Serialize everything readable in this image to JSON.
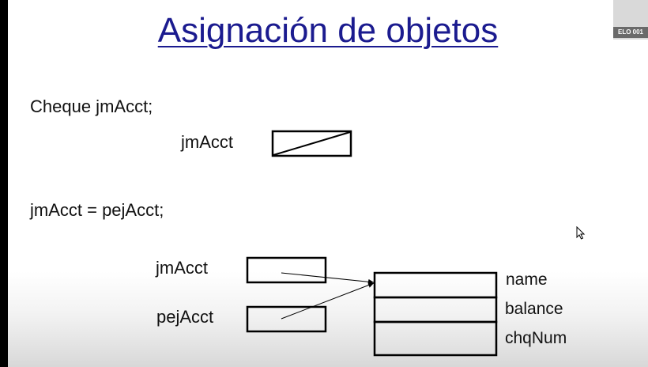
{
  "slide": {
    "title": "Asignación de objetos",
    "code_line_1": "Cheque jmAcct;",
    "code_line_2": "jmAcct = pejAcct;"
  },
  "diagram1": {
    "variable_label": "jmAcct"
  },
  "diagram2": {
    "variable_labels": [
      "jmAcct",
      "pejAcct"
    ],
    "object_fields": [
      "name",
      "balance",
      "chqNum"
    ]
  },
  "participant_badge": {
    "label": "ELO 001"
  },
  "colors": {
    "title": "#1b1b8f",
    "text": "#111111",
    "lines": "#000000"
  }
}
